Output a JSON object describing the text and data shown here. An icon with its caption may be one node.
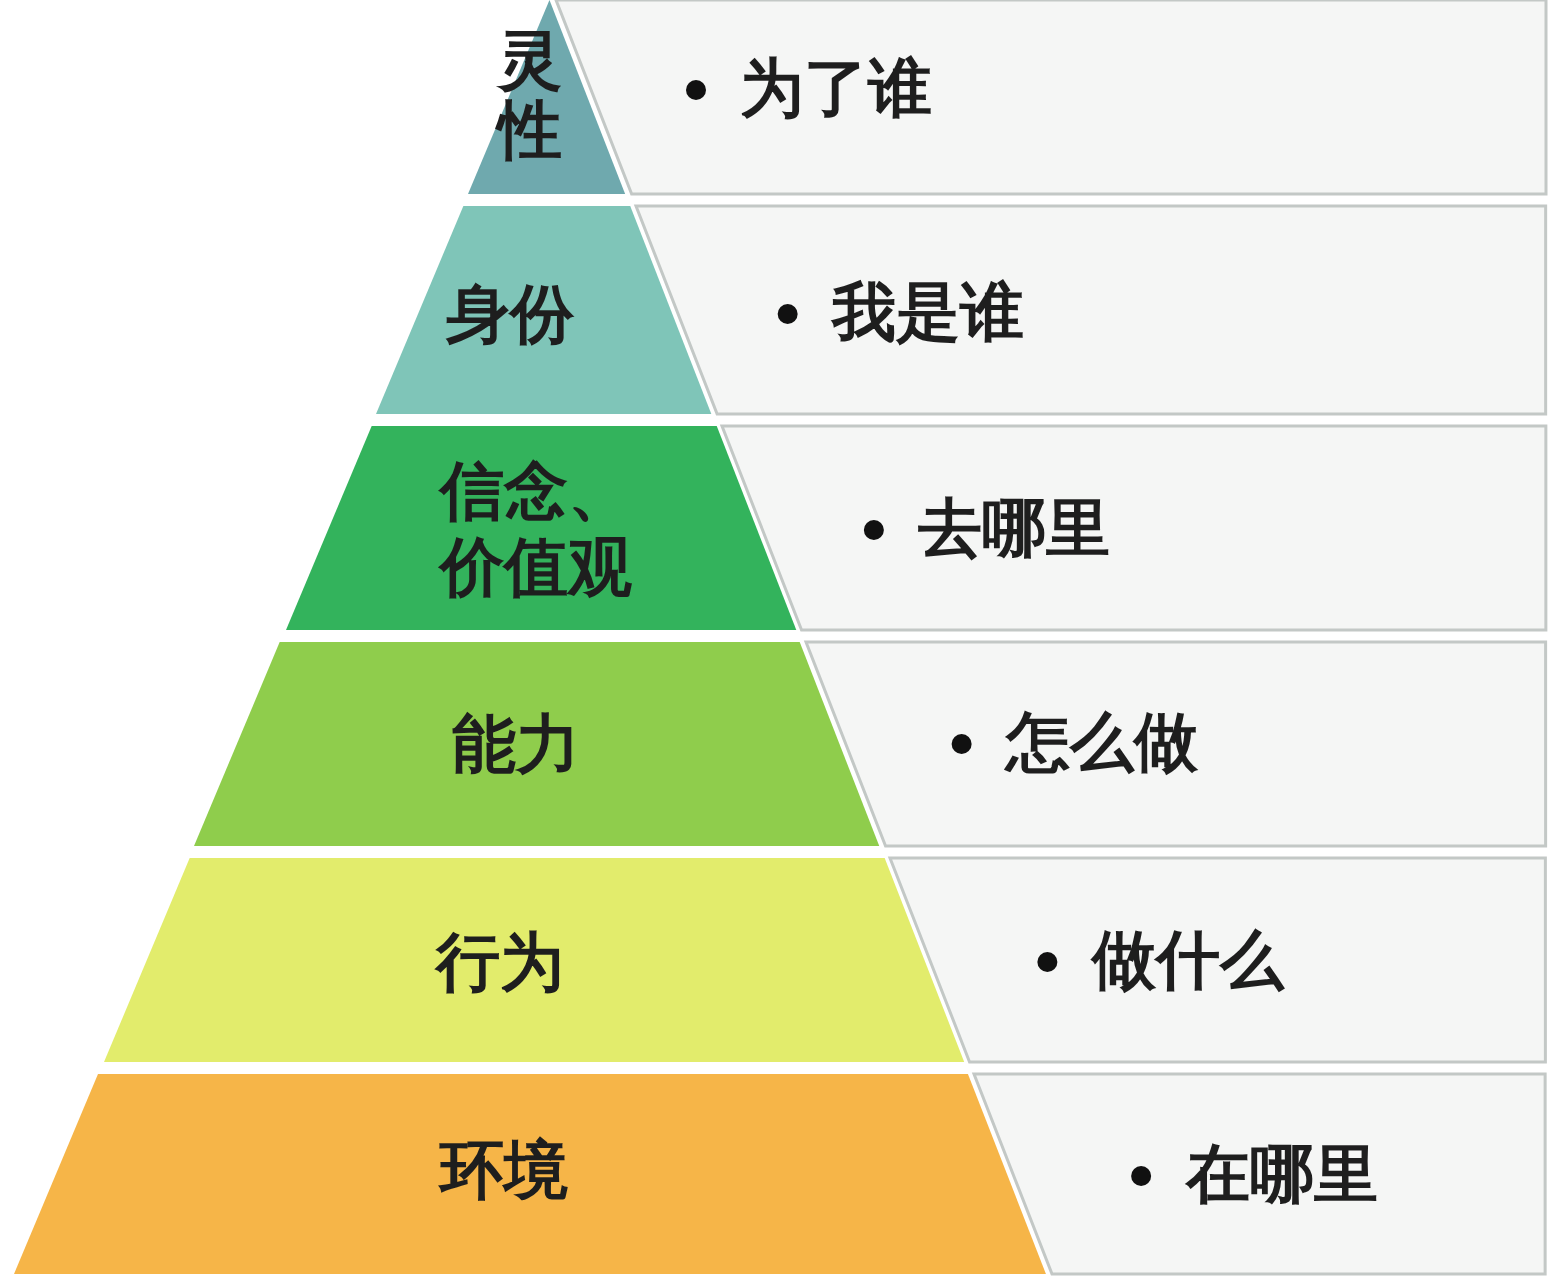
{
  "diagram": {
    "nodes": [
      {
        "text": [
          "灵性"
        ]
      },
      {
        "text": [
          "为了谁"
        ]
      },
      {
        "text": [
          "身份"
        ]
      },
      {
        "text": [
          "我是谁"
        ]
      },
      {
        "text": [
          "信念、价值观"
        ]
      },
      {
        "text": [
          "去哪里"
        ]
      },
      {
        "text": [
          "能力"
        ]
      },
      {
        "text": [
          "怎么做"
        ]
      },
      {
        "text": [
          "行为"
        ]
      },
      {
        "text": [
          "做什么"
        ]
      },
      {
        "text": [
          "环境"
        ]
      },
      {
        "text": [
          "在哪里"
        ]
      }
    ]
  }
}
